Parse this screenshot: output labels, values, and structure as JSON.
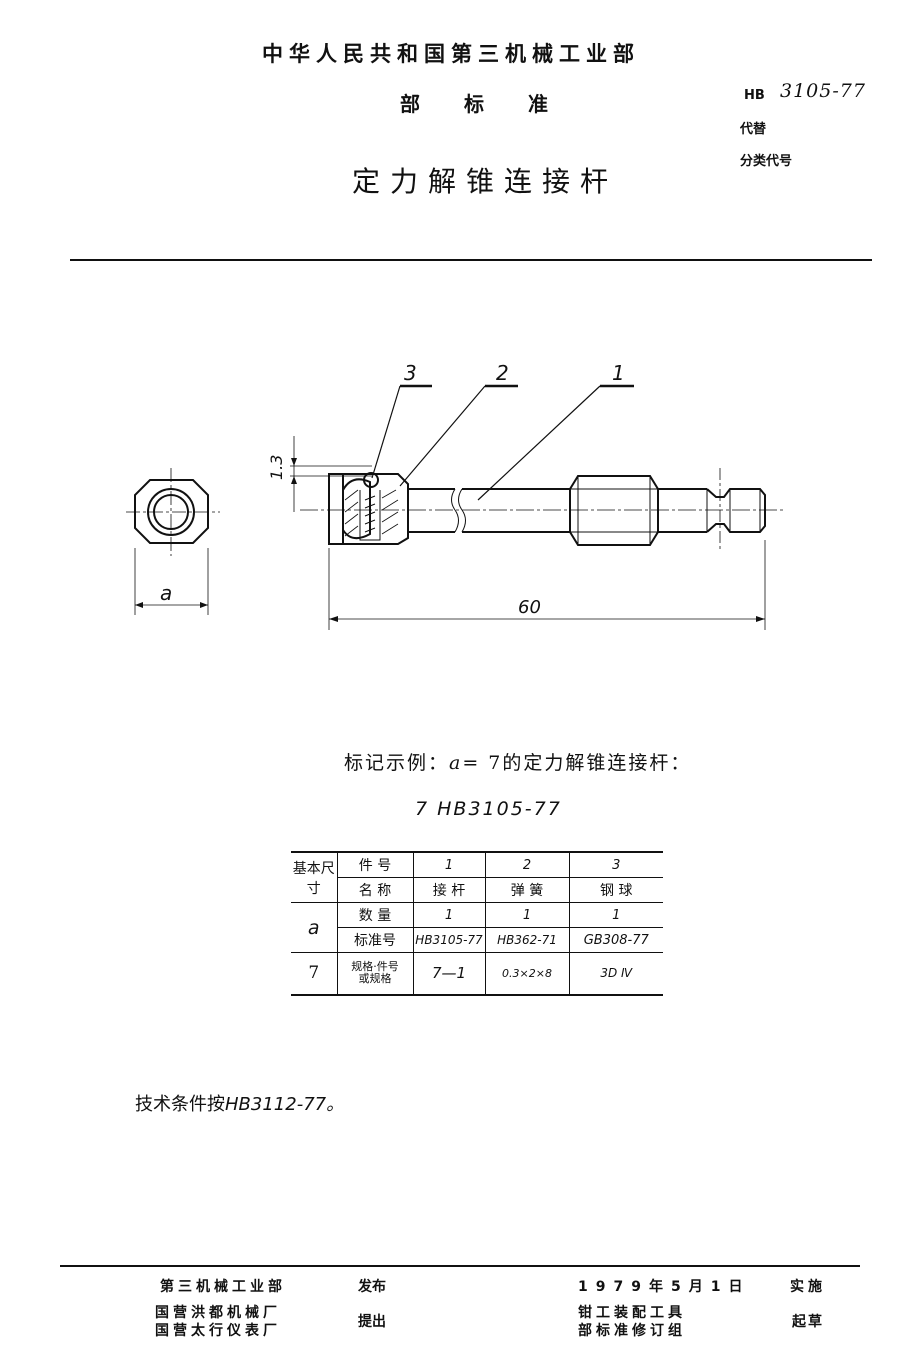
{
  "header": {
    "ministry": "中华人民共和国第三机械工业部",
    "standard_type": "部标准",
    "code_prefix": "HB",
    "code_number": "3105-77",
    "replaces_label": "代替",
    "class_code_label": "分类代号",
    "title": "定力解锥连接杆"
  },
  "drawing": {
    "leaders": [
      "3",
      "2",
      "1"
    ],
    "dim_ball": "1.3",
    "dim_width": "a",
    "dim_length": "60"
  },
  "marking": {
    "prefix": "标记示例：",
    "var": "a",
    "rest": "= 7的定力解锥连接杆：",
    "code": "7  HB3105-77"
  },
  "table": {
    "basic_dim_label": "基本尺寸",
    "dim_symbol": "a",
    "row_part_no_label": "件  号",
    "row_name_label": "名  称",
    "row_qty_label": "数  量",
    "row_std_label": "标准号",
    "row_spec_label_1": "规格·件号",
    "row_spec_label_2": "或规格",
    "columns": [
      {
        "part_no": "1",
        "name": "接 杆",
        "qty": "1",
        "std": "HB3105-77",
        "spec": "7—1"
      },
      {
        "part_no": "2",
        "name": "弹 簧",
        "qty": "1",
        "std": "HB362-71",
        "spec": "0.3×2×8"
      },
      {
        "part_no": "3",
        "name": "钢 球",
        "qty": "1",
        "std": "GB308-77",
        "spec": "3D Ⅳ"
      }
    ],
    "size_value": "7"
  },
  "technical": {
    "prefix": "技术条件按",
    "ref": "HB3112-77。"
  },
  "footer": {
    "issuer": "第三机械工业部",
    "issued": "发布",
    "proposer_1": "国营洪都机械厂",
    "proposer_2": "国营太行仪表厂",
    "proposed": "提出",
    "date": "1979年5月1日",
    "effective": "实施",
    "drafter_1": "钳工装配工具",
    "drafter_2": "部标准修订组",
    "drafted": "起草"
  }
}
